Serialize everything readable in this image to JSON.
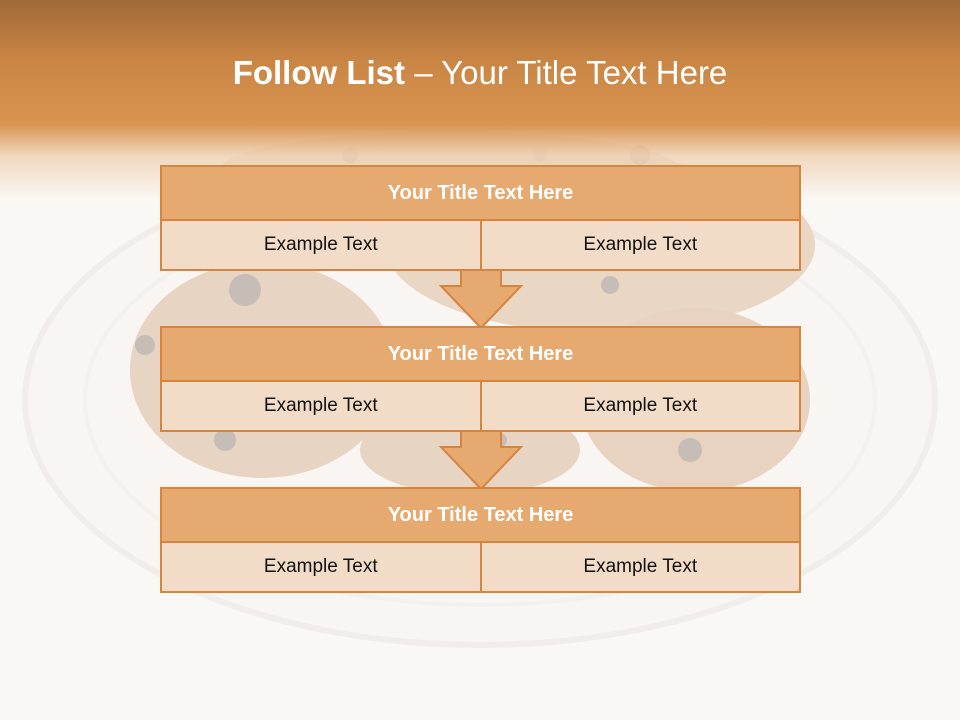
{
  "slide": {
    "title_bold": "Follow List",
    "title_rest": "– Your Title Text Here"
  },
  "blocks": [
    {
      "title": "Your Title Text Here",
      "left_text": "Example Text",
      "right_text": "Example Text"
    },
    {
      "title": "Your Title Text Here",
      "left_text": "Example Text",
      "right_text": "Example Text"
    },
    {
      "title": "Your Title Text Here",
      "left_text": "Example Text",
      "right_text": "Example Text"
    }
  ],
  "colors": {
    "header_accent": "#d99450",
    "block_title_fill": "#e6aa70",
    "block_cell_fill": "#f2dcc8",
    "border": "#d7843e"
  }
}
